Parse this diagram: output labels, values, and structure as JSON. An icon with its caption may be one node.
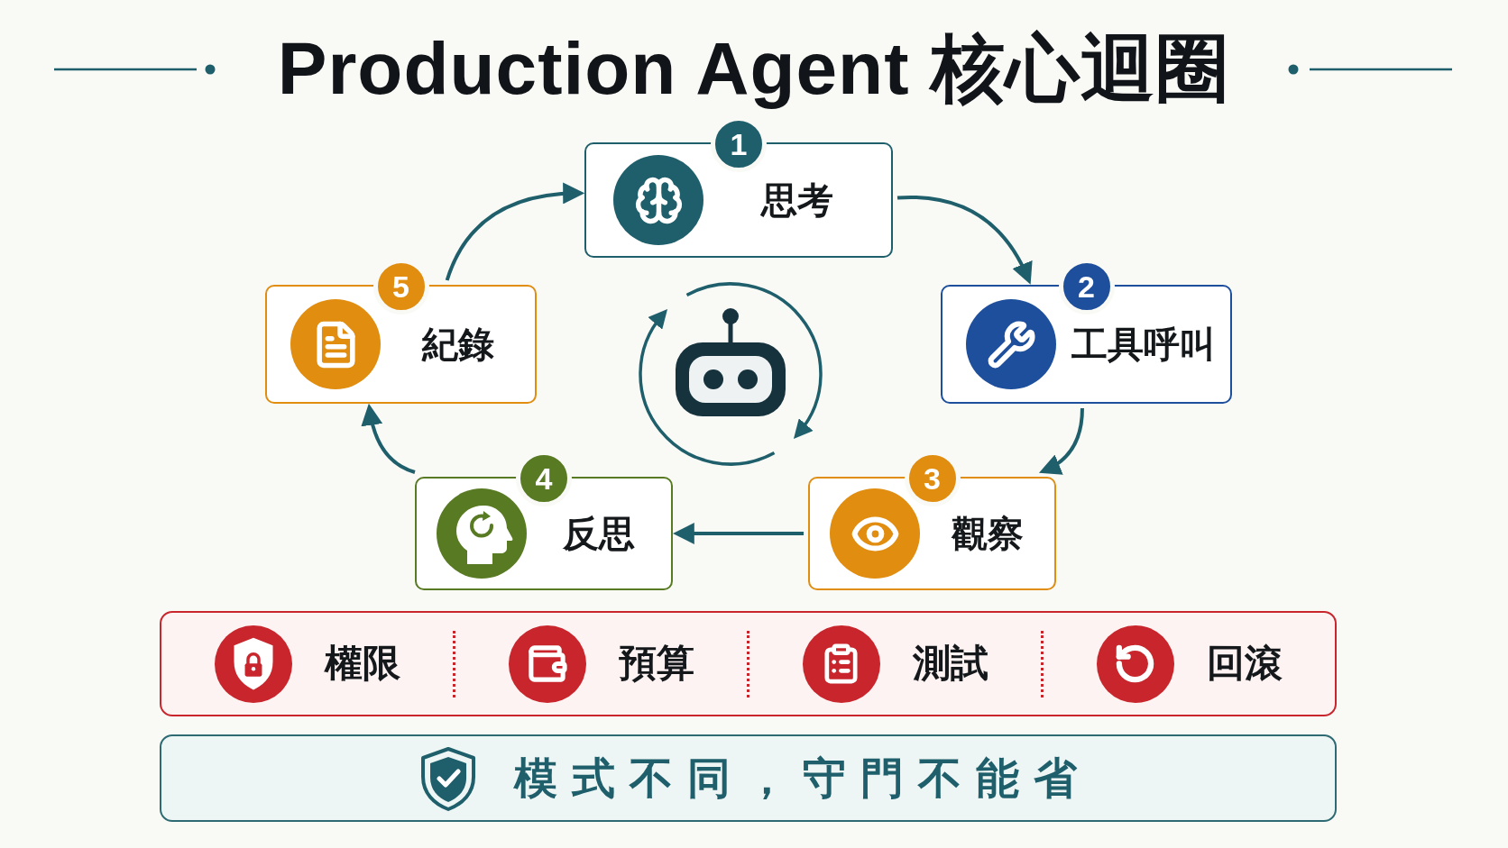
{
  "diagram": {
    "title": "Production Agent 核心迴圈",
    "nodes": [
      {
        "text": [
          "1",
          "思考"
        ]
      },
      {
        "text": [
          "2",
          "工具呼叫"
        ]
      },
      {
        "text": [
          "3",
          "觀察"
        ]
      },
      {
        "text": [
          "4",
          "反思"
        ]
      },
      {
        "text": [
          "5",
          "紀錄"
        ]
      },
      {
        "text": [
          "權限",
          "預算",
          "測試",
          "回滾"
        ]
      },
      {
        "text": [
          "模式不同，守門不能省"
        ]
      }
    ],
    "edges": [
      {
        "from": 0,
        "to": 1,
        "arrow": "to"
      },
      {
        "from": 1,
        "to": 2,
        "arrow": "to"
      },
      {
        "from": 2,
        "to": 3,
        "arrow": "to"
      },
      {
        "from": 3,
        "to": 4,
        "arrow": "to"
      },
      {
        "from": 4,
        "to": 0,
        "arrow": "to"
      }
    ]
  }
}
